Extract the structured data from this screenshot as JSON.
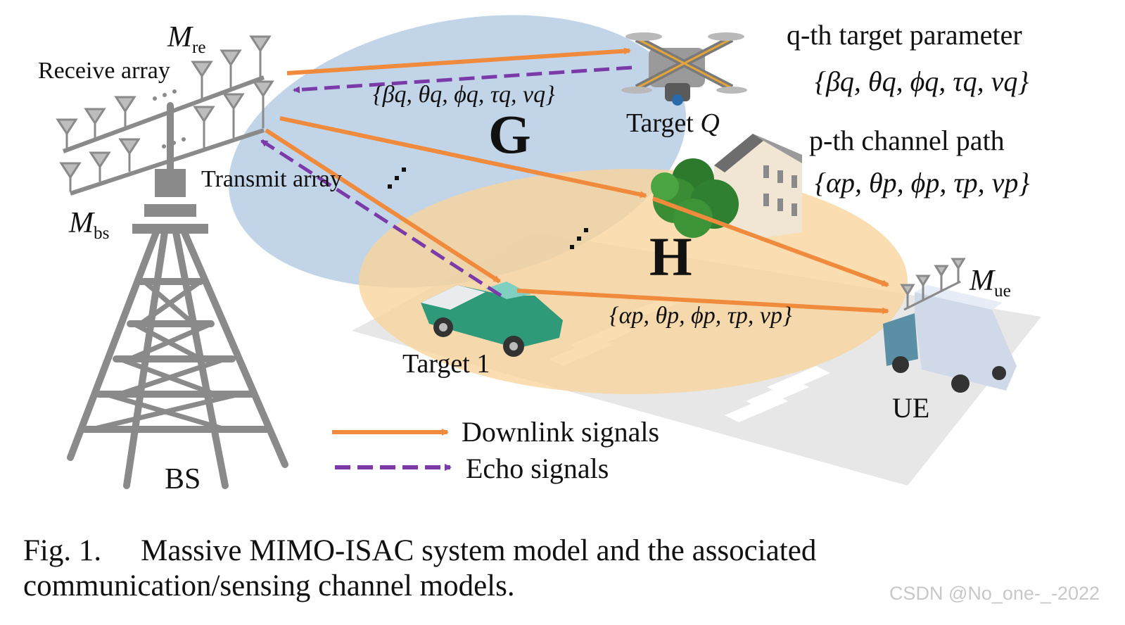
{
  "labels": {
    "m_re": "M",
    "m_re_sub": "re",
    "receive_array": "Receive array",
    "transmit_array": "Transmit array",
    "m_bs": "M",
    "m_bs_sub": "bs",
    "bs": "BS",
    "target_q_prefix": "Target ",
    "target_q_var": "Q",
    "target_1": "Target 1",
    "ue": "UE",
    "m_ue": "M",
    "m_ue_sub": "ue",
    "g": "G",
    "h": "H",
    "echo_params": "{βq, θq, ϕq, τq, νq}",
    "path_params": "{αp, θp, ϕp, τp, νp}",
    "q_target_title": "q-th target parameter",
    "q_target_params": "{βq, θq, ϕq, τq, νq}",
    "p_path_title": "p-th channel path",
    "p_path_params": "{αp, θp, ϕp, τp, νp}"
  },
  "legend": {
    "downlink": "Downlink signals",
    "echo": "Echo signals"
  },
  "caption": {
    "fig": "Fig. 1.",
    "text": "Massive MIMO-ISAC system model and the associated communication/sensing channel models."
  },
  "watermark": "CSDN @No_one-_-2022",
  "colors": {
    "downlink": "#f08a3c",
    "echo": "#7a3aa8",
    "sensing_region": "#b7cde3",
    "comm_region": "#f8d49a",
    "tower": "#8a8a8a"
  }
}
